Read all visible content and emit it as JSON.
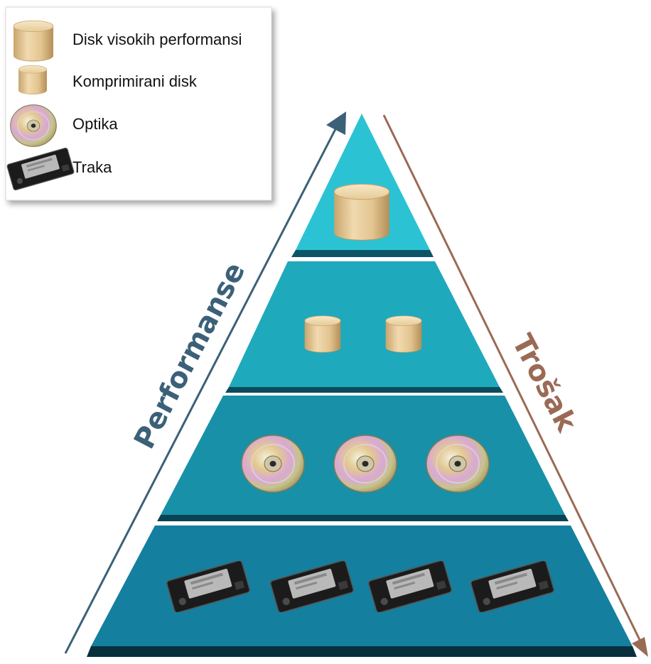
{
  "legend": {
    "items": [
      {
        "icon": "high-performance-disk-icon",
        "label": "Disk visokih performansi"
      },
      {
        "icon": "compressed-disk-icon",
        "label": "Komprimirani disk"
      },
      {
        "icon": "optical-disc-icon",
        "label": "Optika"
      },
      {
        "icon": "tape-cartridge-icon",
        "label": "Traka"
      }
    ]
  },
  "axes": {
    "performance": {
      "label": "Performanse",
      "color": "#3b6178"
    },
    "cost": {
      "label": "Trošak",
      "color": "#9b6a55"
    }
  },
  "pyramid": {
    "colors": {
      "tier1": "#2bc3d3",
      "tier2": "#1fa9bc",
      "tier3": "#1890a8",
      "tier4": "#147f9e"
    },
    "tiers": [
      {
        "name": "high-performance-disk",
        "icon": "high-performance-disk-icon",
        "count": 1
      },
      {
        "name": "compressed-disk",
        "icon": "compressed-disk-icon",
        "count": 2
      },
      {
        "name": "optical",
        "icon": "optical-disc-icon",
        "count": 3
      },
      {
        "name": "tape",
        "icon": "tape-cartridge-icon",
        "count": 4
      }
    ]
  }
}
